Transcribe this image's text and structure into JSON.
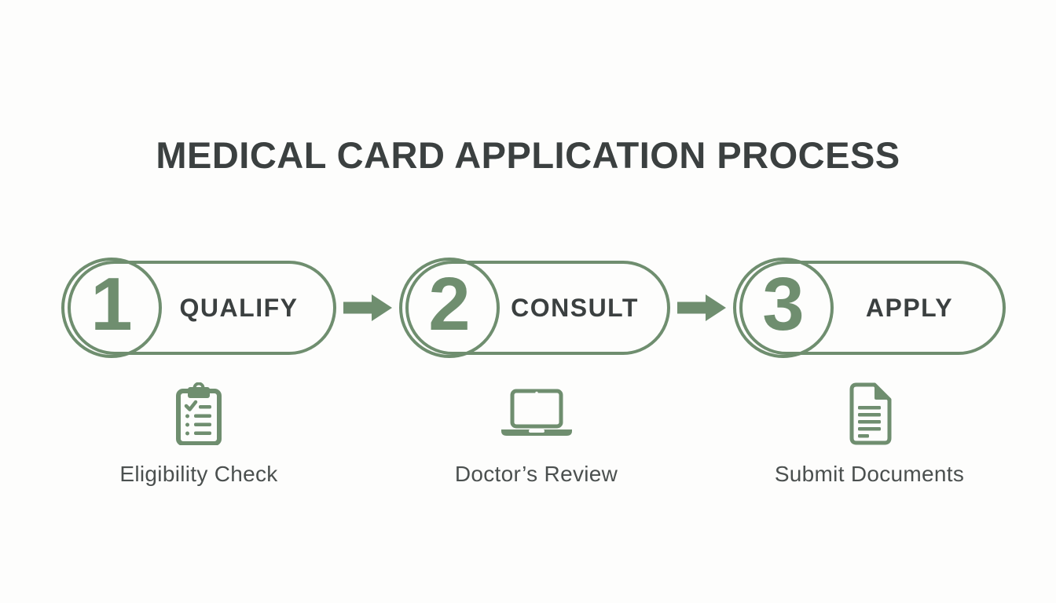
{
  "title": "MEDICAL CARD APPLICATION PROCESS",
  "colors": {
    "accent_green": "#6f8e6f",
    "title_text": "#3b4040",
    "caption_text": "#4b504f",
    "background": "#fdfdfc"
  },
  "steps": [
    {
      "number": "1",
      "label": "QUALIFY",
      "caption": "Eligibility Check",
      "icon": "clipboard-checklist-icon"
    },
    {
      "number": "2",
      "label": "CONSULT",
      "caption": "Doctor’s Review",
      "icon": "laptop-icon"
    },
    {
      "number": "3",
      "label": "APPLY",
      "caption": "Submit Documents",
      "icon": "document-icon"
    }
  ],
  "connectors": [
    {
      "icon": "arrow-right-icon"
    },
    {
      "icon": "arrow-right-icon"
    }
  ]
}
